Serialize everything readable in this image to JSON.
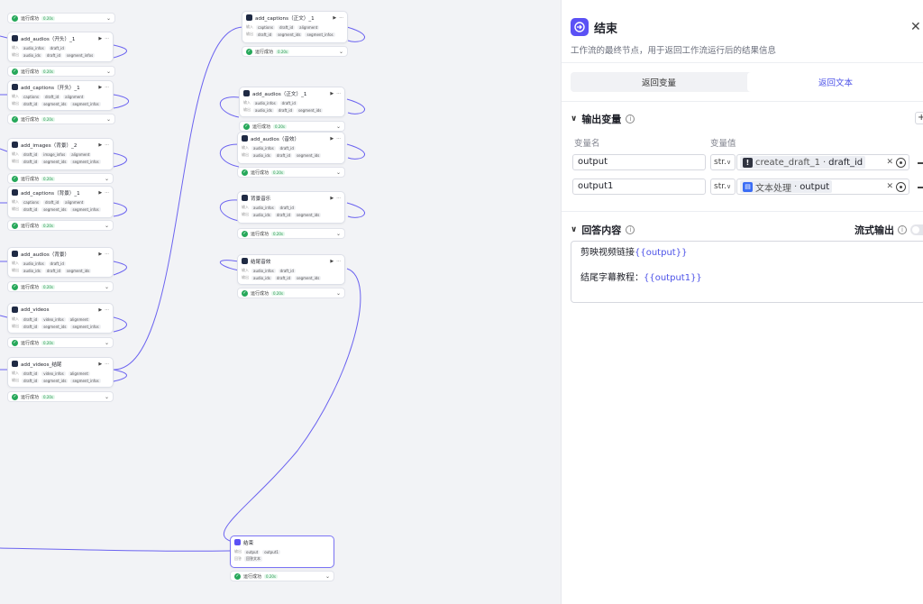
{
  "canvas": {
    "nodes": [
      {
        "id": "a1",
        "title": "add_audios（开头）_1",
        "r1": [
          "audio_infos",
          "draft_id"
        ],
        "r2": [
          "audio_ids",
          "draft_id",
          "segment_infos"
        ]
      },
      {
        "id": "c1",
        "title": "add_captions（开头）_1",
        "r1": [
          "captions",
          "draft_id",
          "alignment"
        ],
        "r2": [
          "draft_id",
          "segment_ids",
          "segment_infos"
        ]
      },
      {
        "id": "i1",
        "title": "add_images（背景）_2",
        "r1": [
          "draft_id",
          "image_infos",
          "alignment"
        ],
        "r2": [
          "draft_id",
          "segment_ids",
          "segment_infos"
        ]
      },
      {
        "id": "c2",
        "title": "add_captions（背景）_1",
        "r1": [
          "captions",
          "draft_id",
          "alignment"
        ],
        "r2": [
          "draft_id",
          "segment_ids",
          "segment_infos"
        ]
      },
      {
        "id": "a2",
        "title": "add_audios（背景）",
        "r1": [
          "audio_infos",
          "draft_id"
        ],
        "r2": [
          "audio_ids",
          "draft_id",
          "segment_ids"
        ]
      },
      {
        "id": "v1",
        "title": "add_videos",
        "r1": [
          "draft_id",
          "video_infos",
          "alignment"
        ],
        "r2": [
          "draft_id",
          "segment_ids",
          "segment_infos"
        ]
      },
      {
        "id": "v2",
        "title": "add_videos_结尾",
        "r1": [
          "draft_id",
          "video_infos",
          "alignment"
        ],
        "r2": [
          "draft_id",
          "segment_ids",
          "segment_infos"
        ]
      },
      {
        "id": "c3",
        "title": "add_captions（正文）_1",
        "r1": [
          "captions",
          "draft_id",
          "alignment"
        ],
        "r2": [
          "draft_id",
          "segment_ids",
          "segment_infos"
        ]
      },
      {
        "id": "a3",
        "title": "add_audios（正文）_1",
        "r1": [
          "audio_infos",
          "draft_id"
        ],
        "r2": [
          "audio_ids",
          "draft_id",
          "segment_ids"
        ]
      },
      {
        "id": "a4",
        "title": "add_audios（音效）",
        "r1": [
          "audio_infos",
          "draft_id"
        ],
        "r2": [
          "audio_ids",
          "draft_id",
          "segment_ids"
        ]
      },
      {
        "id": "b1",
        "title": "背景音乐",
        "r1": [
          "audio_infos",
          "draft_id"
        ],
        "r2": [
          "audio_ids",
          "draft_id",
          "segment_ids"
        ]
      },
      {
        "id": "b2",
        "title": "结尾音效",
        "r1": [
          "audio_infos",
          "draft_id"
        ],
        "r2": [
          "audio_ids",
          "draft_id",
          "segment_ids"
        ]
      },
      {
        "id": "end",
        "title": "结束",
        "r1": [
          "output",
          "output1"
        ],
        "r2": [
          "回答文本"
        ]
      }
    ],
    "status_text": "运行成功",
    "status_time": "0.20s"
  },
  "panel": {
    "title": "结束",
    "description": "工作流的最终节点，用于返回工作流运行后的结果信息",
    "tabs": [
      "返回变量",
      "返回文本"
    ],
    "active_tab": "返回文本",
    "output_section": "输出变量",
    "add_label": "+",
    "col_name": "变量名",
    "col_value": "变量值",
    "variables": [
      {
        "name": "output",
        "type": "str.",
        "node": "create_draft_1",
        "sep": "·",
        "field": "draft_id",
        "badge": "!"
      },
      {
        "name": "output1",
        "type": "str.",
        "node": "文本处理",
        "sep": "·",
        "field": "output",
        "badge": "▤"
      }
    ],
    "answer_section": "回答内容",
    "stream_label": "流式输出",
    "answer": {
      "line1_text": "剪映视频链接",
      "line1_var": "{{output}}",
      "line2_text": "结尾字幕教程：",
      "line2_var": "{{output1}}"
    },
    "colors": {
      "accent": "#4d53e8",
      "icon": "#5b51f5",
      "success": "#26a85a"
    }
  }
}
